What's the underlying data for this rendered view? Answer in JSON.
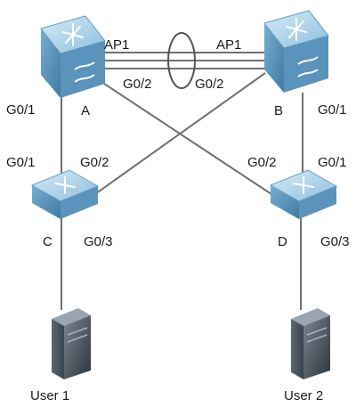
{
  "nodes": {
    "a": {
      "label": "A",
      "kind": "core-switch"
    },
    "b": {
      "label": "B",
      "kind": "core-switch"
    },
    "c": {
      "label": "C",
      "kind": "access-switch"
    },
    "d": {
      "label": "D",
      "kind": "access-switch"
    },
    "user1": {
      "label": "User 1",
      "kind": "pc-tower"
    },
    "user2": {
      "label": "User 2",
      "kind": "pc-tower"
    }
  },
  "ports": {
    "a_ap": "AP1",
    "b_ap": "AP1",
    "a_to_c_left": "G0/1",
    "c_from_a": "G0/1",
    "a_cross": "G0/2",
    "b_cross": "G0/2",
    "b_to_d_right": "G0/1",
    "d_from_b": "G0/1",
    "c_cross": "G0/2",
    "d_cross": "G0/2",
    "c_to_user": "G0/3",
    "d_to_user": "G0/3"
  },
  "colors": {
    "switch_top": "#a9cfe6",
    "switch_side": "#5b95bd",
    "link_line": "#707070",
    "pc_body": "#4a5560",
    "label_text": "#1a1a1a"
  }
}
